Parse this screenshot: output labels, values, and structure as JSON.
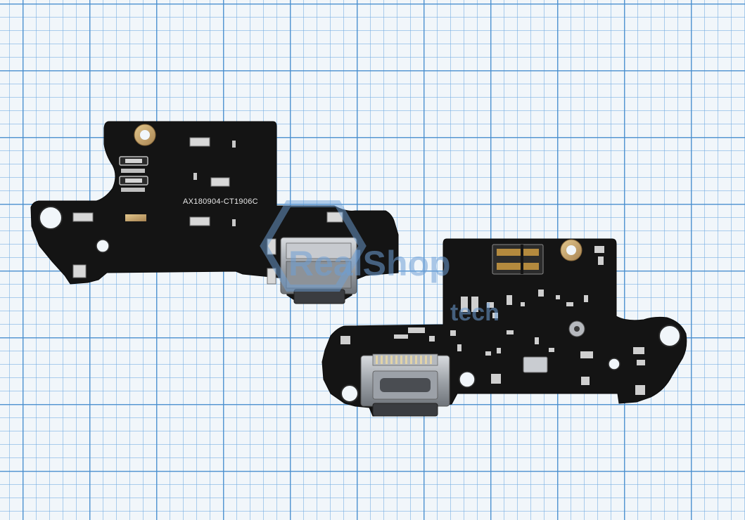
{
  "photo": {
    "subject": "charging-port-boards",
    "colors": {
      "grid": "#4a8fd0",
      "paper": "#f1f6fa",
      "pcb": "#141414",
      "pad": "#c9a86a",
      "metal": "#b8bcc2",
      "watermark": "#6d9fd6"
    }
  },
  "board_back": {
    "silkscreen": "AX180904-CT1906C"
  },
  "watermark": {
    "line1": "RealShop",
    "line2": "tech"
  }
}
